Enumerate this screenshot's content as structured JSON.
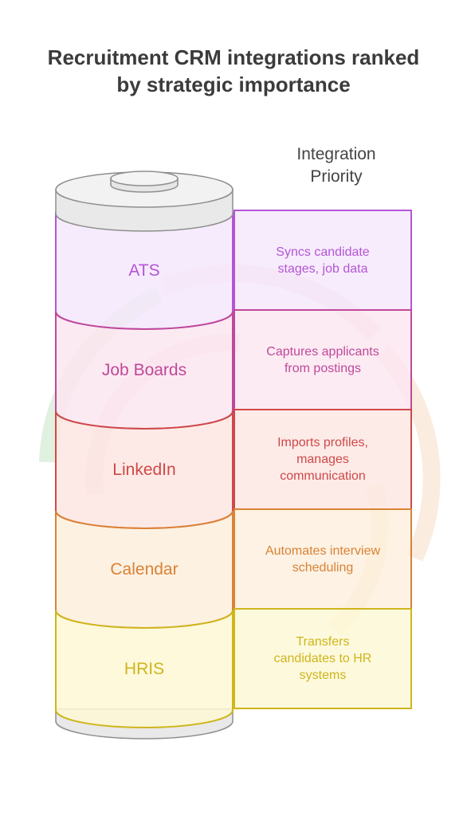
{
  "title": [
    "Recruitment CRM integrations ranked",
    "by strategic importance"
  ],
  "priority_header": [
    "Integration",
    "Priority"
  ],
  "segments": [
    {
      "label": "ATS",
      "description": [
        "Syncs candidate",
        "stages, job data"
      ],
      "color": "#b455d6",
      "fill": "#f5e7fb"
    },
    {
      "label": "Job Boards",
      "description": [
        "Captures applicants",
        "from postings"
      ],
      "color": "#c0489a",
      "fill": "#fbe6f0"
    },
    {
      "label": "LinkedIn",
      "description": [
        "Imports profiles,",
        "manages",
        "communication"
      ],
      "color": "#cf4848",
      "fill": "#fde6e2"
    },
    {
      "label": "Calendar",
      "description": [
        "Automates interview",
        "scheduling"
      ],
      "color": "#d98236",
      "fill": "#fdefdc"
    },
    {
      "label": "HRIS",
      "description": [
        "Transfers",
        "candidates to HR",
        "systems"
      ],
      "color": "#cfb51c",
      "fill": "#fdf8d4"
    }
  ]
}
